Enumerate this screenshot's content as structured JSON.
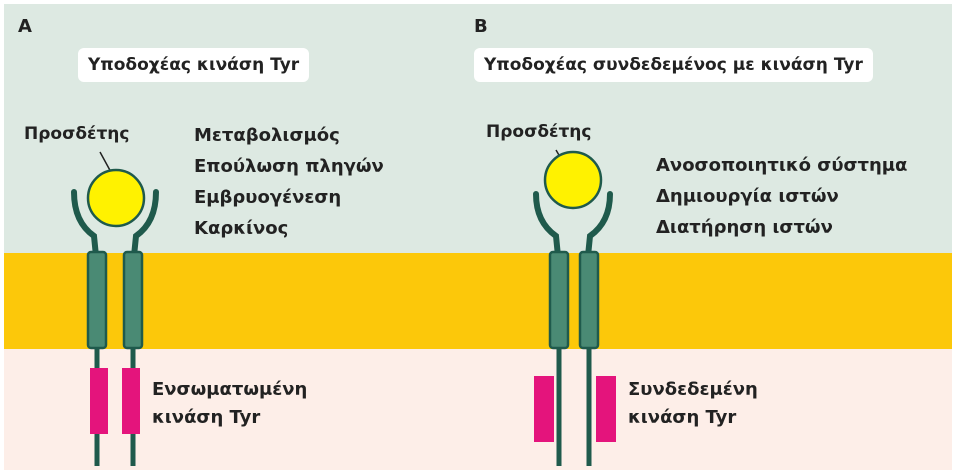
{
  "panel_a": {
    "letter": "A",
    "title": "Υποδοχέας κινάση Tyr",
    "ligand_label": "Προσδέτης",
    "functions": [
      "Μεταβολισμός",
      "Επούλωση πληγών",
      "Εμβρυογένεση",
      "Καρκίνος"
    ],
    "kinase_label": [
      "Ενσωματωμένη",
      "κινάση Tyr"
    ]
  },
  "panel_b": {
    "letter": "B",
    "title": "Υποδοχέας συνδεδεμένος με κινάση Tyr",
    "ligand_label": "Προσδέτης",
    "functions": [
      "Ανοσοποιητικό σύστημα",
      "Δημιουργία ιστών",
      "Διατήρηση ιστών"
    ],
    "kinase_label": [
      "Συνδεδεμένη",
      "κινάση Tyr"
    ]
  },
  "colors": {
    "extracellular": "#dde9e2",
    "membrane": "#fcc80a",
    "cytoplasm": "#fdeee8",
    "receptor": "#1f5a4c",
    "transmembrane": "#4a8a74",
    "ligand": "#fff200",
    "kinase": "#e4147c"
  }
}
